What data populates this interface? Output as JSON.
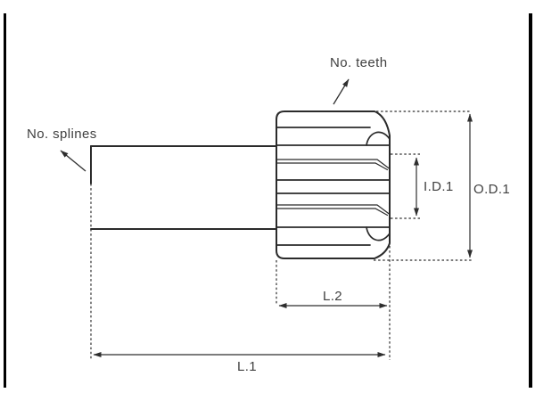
{
  "diagram": {
    "type": "technical-drawing",
    "subject": "splined-shaft-with-drive-gear",
    "labels": {
      "no_teeth": "No. teeth",
      "no_splines": "No. splines",
      "inner_diameter": "I.D.1",
      "outer_diameter": "O.D.1",
      "gear_length": "L.2",
      "total_length": "L.1"
    },
    "colors": {
      "background": "#ffffff",
      "outline": "#2b2b2b",
      "dimension_lines": "#2e2e2e",
      "text": "#3f3f3f",
      "frame_bars": "#000000"
    }
  }
}
